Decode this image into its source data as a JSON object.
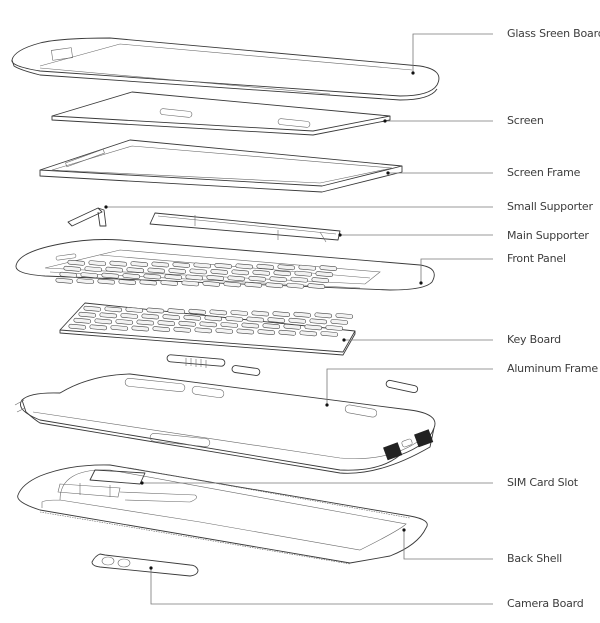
{
  "diagram": {
    "title": "Exploded view of slider keyboard phone",
    "parts": [
      {
        "id": "glass-screen-board",
        "label": "Glass Sreen Board"
      },
      {
        "id": "screen",
        "label": "Screen"
      },
      {
        "id": "screen-frame",
        "label": "Screen Frame"
      },
      {
        "id": "small-supporter",
        "label": "Small Supporter"
      },
      {
        "id": "main-supporter",
        "label": "Main Supporter"
      },
      {
        "id": "front-panel",
        "label": "Front Panel"
      },
      {
        "id": "key-board",
        "label": "Key Board"
      },
      {
        "id": "aluminum-frame",
        "label": "Aluminum Frame"
      },
      {
        "id": "sim-card-slot",
        "label": "SIM Card Slot"
      },
      {
        "id": "back-shell",
        "label": "Back Shell"
      },
      {
        "id": "camera-board",
        "label": "Camera Board"
      }
    ],
    "colors": {
      "line": "#3a3a3a",
      "leader": "#777777",
      "text": "#3c3c3c",
      "background": "#ffffff"
    }
  }
}
